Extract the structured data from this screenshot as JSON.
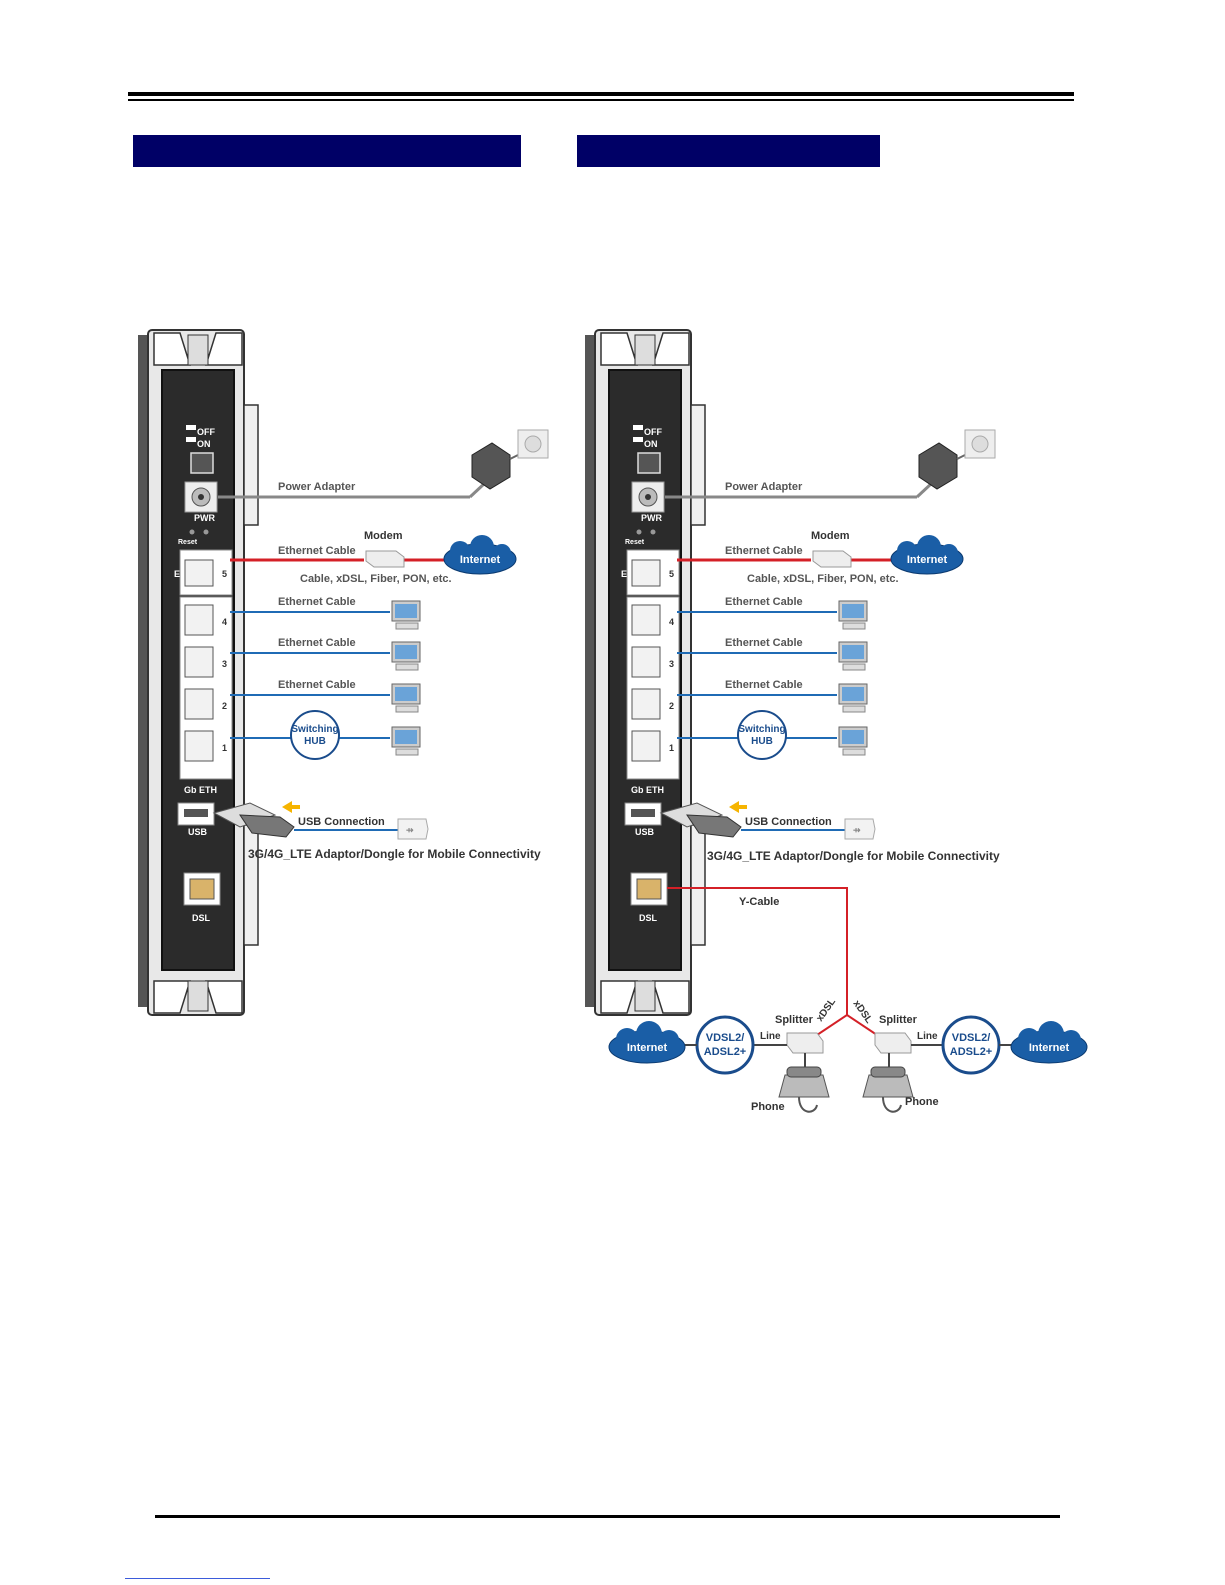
{
  "section_headers": [
    "",
    ""
  ],
  "colors": {
    "header_bar": "#000066",
    "wan_cable": "#d42027",
    "lan_cable": "#1f6bb5",
    "power_cable": "#888888",
    "cloud": "#1a5ea6"
  },
  "diagrams": [
    {
      "device": {
        "switch_off": "OFF",
        "switch_on": "ON",
        "pwr": "PWR",
        "reset": "Reset",
        "wan_letter": "E",
        "wan_port": "5",
        "lan_ports": [
          "4",
          "3",
          "2",
          "1"
        ],
        "gb_eth": "Gb ETH",
        "usb": "USB",
        "dsl": "DSL"
      },
      "power_adapter": "Power Adapter",
      "modem": "Modem",
      "wan_cable": "Ethernet Cable",
      "internet": "Internet",
      "wan_types": "Cable, xDSL, Fiber, PON, etc.",
      "lan_cables": [
        "Ethernet Cable",
        "Ethernet Cable",
        "Ethernet Cable"
      ],
      "switching_hub": [
        "Switching",
        "HUB"
      ],
      "usb_connection": "USB Connection",
      "usb_desc": "3G/4G_LTE Adaptor/Dongle for Mobile Connectivity"
    },
    {
      "device": {
        "switch_off": "OFF",
        "switch_on": "ON",
        "pwr": "PWR",
        "reset": "Reset",
        "wan_letter": "E",
        "wan_port": "5",
        "lan_ports": [
          "4",
          "3",
          "2",
          "1"
        ],
        "gb_eth": "Gb ETH",
        "usb": "USB",
        "dsl": "DSL"
      },
      "power_adapter": "Power Adapter",
      "modem": "Modem",
      "wan_cable": "Ethernet Cable",
      "internet": "Internet",
      "wan_types": "Cable, xDSL, Fiber, PON, etc.",
      "lan_cables": [
        "Ethernet Cable",
        "Ethernet Cable",
        "Ethernet Cable"
      ],
      "switching_hub": [
        "Switching",
        "HUB"
      ],
      "usb_connection": "USB Connection",
      "usb_desc": "3G/4G_LTE Adaptor/Dongle for Mobile Connectivity",
      "y_cable": "Y-Cable",
      "xdsl": "xDSL",
      "splitter": "Splitter",
      "line": "Line",
      "phone": "Phone",
      "vdsl": [
        "VDSL2/",
        "ADSL2+"
      ],
      "internet_left": "Internet",
      "internet_right": "Internet"
    }
  ]
}
